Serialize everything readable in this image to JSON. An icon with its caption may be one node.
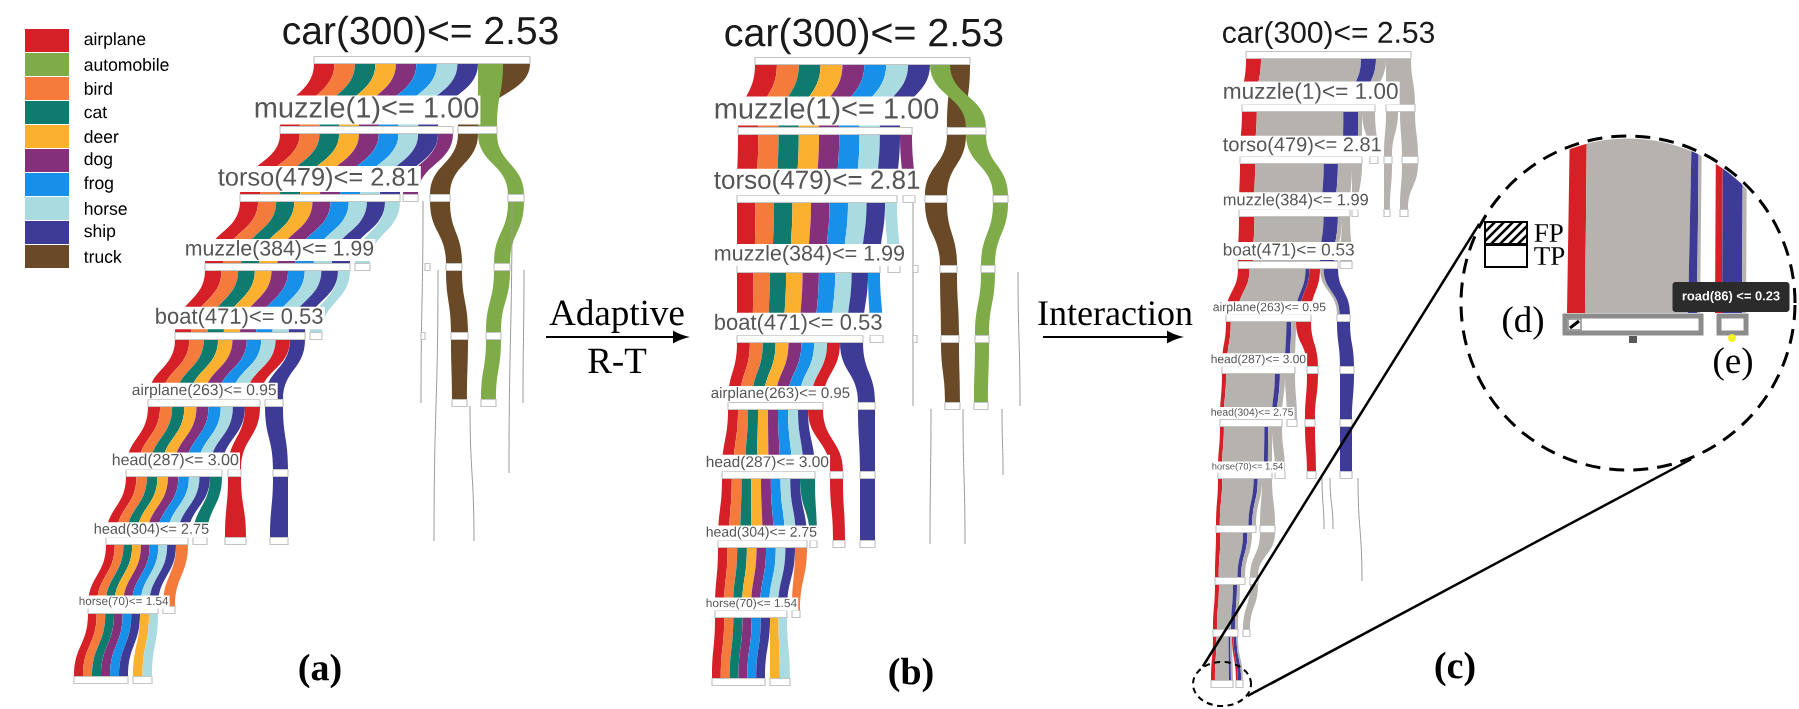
{
  "diagram": {
    "nodes": [
      {
        "text": [],
        "shape": "circle"
      },
      {
        "text": [],
        "shape": "circle"
      },
      {
        "text": [
          "road(86) <= 0.23"
        ],
        "in": 1
      }
    ],
    "edges": [
      {
        "from": 0,
        "to": 1,
        "arrow": "none"
      },
      {
        "from": 0,
        "to": 1,
        "arrow": "none"
      }
    ],
    "labels": [
      "car(300)<= 2.53",
      "muzzle(1)<= 1.00",
      "torso(479)<= 2.81",
      "muzzle(384)<= 1.99",
      "boat(471)<= 0.53",
      "airplane(263)<= 0.95",
      "head(287)<= 3.00",
      "head(304)<= 2.75",
      "horse(70)<= 1.54",
      "(a)",
      "Adaptive",
      "R-T",
      "car(300)<= 2.53",
      "muzzle(1)<= 1.00",
      "torso(479)<= 2.81",
      "muzzle(384)<= 1.99",
      "boat(471)<= 0.53",
      "airplane(263)<= 0.95",
      "head(287)<= 3.00",
      "head(304)<= 2.75",
      "horse(70)<= 1.54",
      "(b)",
      "Interaction",
      "car(300)<= 2.53",
      "muzzle(1)<= 1.00",
      "torso(479)<= 2.81",
      "muzzle(384)<= 1.99",
      "boat(471)<= 0.53",
      "airplane(263)<= 0.95",
      "head(287)<= 3.00",
      "head(304)<= 2.75",
      "horse(70)<= 1.54",
      "(c)",
      "(d)",
      "(e)"
    ],
    "legend": [
      {
        "text": "airplane",
        "color": "#d52027"
      },
      {
        "text": "automobile",
        "color": "#7fac48"
      },
      {
        "text": "bird",
        "color": "#f47b3c"
      },
      {
        "text": "cat",
        "color": "#0e7b6e"
      },
      {
        "text": "deer",
        "color": "#fbb030"
      },
      {
        "text": "dog",
        "color": "#84307a"
      },
      {
        "text": "frog",
        "color": "#1690e8"
      },
      {
        "text": "horse",
        "color": "#a9dbe0"
      },
      {
        "text": "ship",
        "color": "#3d3b96"
      },
      {
        "text": "truck",
        "color": "#6a4a26"
      },
      {
        "text": "FP"
      },
      {
        "text": "TP"
      }
    ]
  }
}
